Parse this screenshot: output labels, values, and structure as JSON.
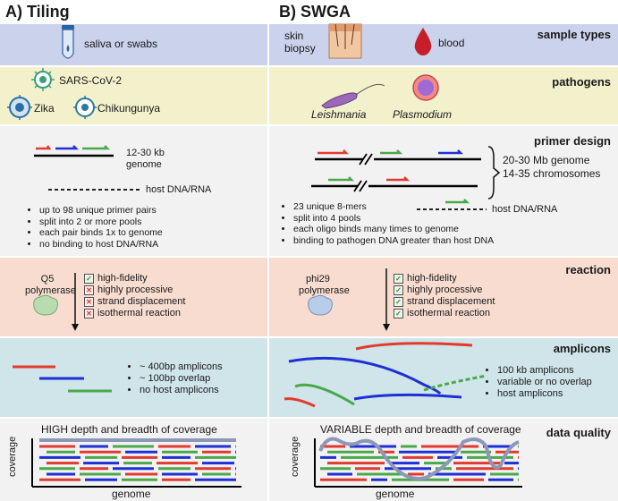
{
  "panels": {
    "a_title": "A) Tiling",
    "b_title": "B) SWGA"
  },
  "rows": {
    "sample_types": "sample types",
    "pathogens": "pathogens",
    "primer_design": "primer design",
    "reaction": "reaction",
    "amplicons": "amplicons",
    "data_quality": "data quality"
  },
  "tiling": {
    "sample": "saliva or swabs",
    "pathogens": [
      "SARS-CoV-2",
      "Zika",
      "Chikungunya"
    ],
    "genome_size": "12-30 kb",
    "genome_word": "genome",
    "host": "host DNA/RNA",
    "design_bullets": [
      "up to 98 unique primer pairs",
      "split into 2 or more pools",
      "each pair binds 1x to genome",
      "no binding to host DNA/RNA"
    ],
    "polymerase": [
      "Q5",
      "polymerase"
    ],
    "properties": [
      {
        "label": "high-fidelity",
        "ok": true
      },
      {
        "label": "highly processive",
        "ok": false
      },
      {
        "label": "strand displacement",
        "ok": false
      },
      {
        "label": "isothermal reaction",
        "ok": false
      }
    ],
    "amplicon_bullets": [
      "~ 400bp amplicons",
      "~ 100bp overlap",
      "no host amplicons"
    ],
    "quality_title": "HIGH depth and breadth of coverage",
    "axis_y": "coverage",
    "axis_x": "genome"
  },
  "swga": {
    "samples": [
      "skin",
      "biopsy",
      "blood"
    ],
    "pathogens": [
      "Leishmania",
      "Plasmodium"
    ],
    "genome_size": "20-30 Mb genome",
    "chromosomes": "14-35 chromosomes",
    "host": "host DNA/RNA",
    "design_bullets": [
      "23 unique 8-mers",
      "split into 4 pools",
      "each oligo binds many times to genome",
      "binding to pathogen DNA greater than host DNA"
    ],
    "polymerase": [
      "phi29",
      "polymerase"
    ],
    "properties": [
      {
        "label": "high-fidelity",
        "ok": true
      },
      {
        "label": "highly processive",
        "ok": true
      },
      {
        "label": "strand displacement",
        "ok": true
      },
      {
        "label": "isothermal reaction",
        "ok": true
      }
    ],
    "amplicon_bullets": [
      "100 kb amplicons",
      "variable or no overlap",
      "host amplicons"
    ],
    "quality_title": "VARIABLE depth and breadth of coverage",
    "axis_y": "coverage",
    "axis_x": "genome"
  },
  "colors": {
    "red": "#e23a2e",
    "blue": "#1f2fd6",
    "green": "#4aa84a",
    "band_sample": "#cbd2ec",
    "band_path": "#f3f1cc",
    "band_design": "#f2f2f2",
    "band_react": "#f7dccf",
    "band_amp": "#cfe5ea",
    "band_quality": "#f2f2f2"
  }
}
